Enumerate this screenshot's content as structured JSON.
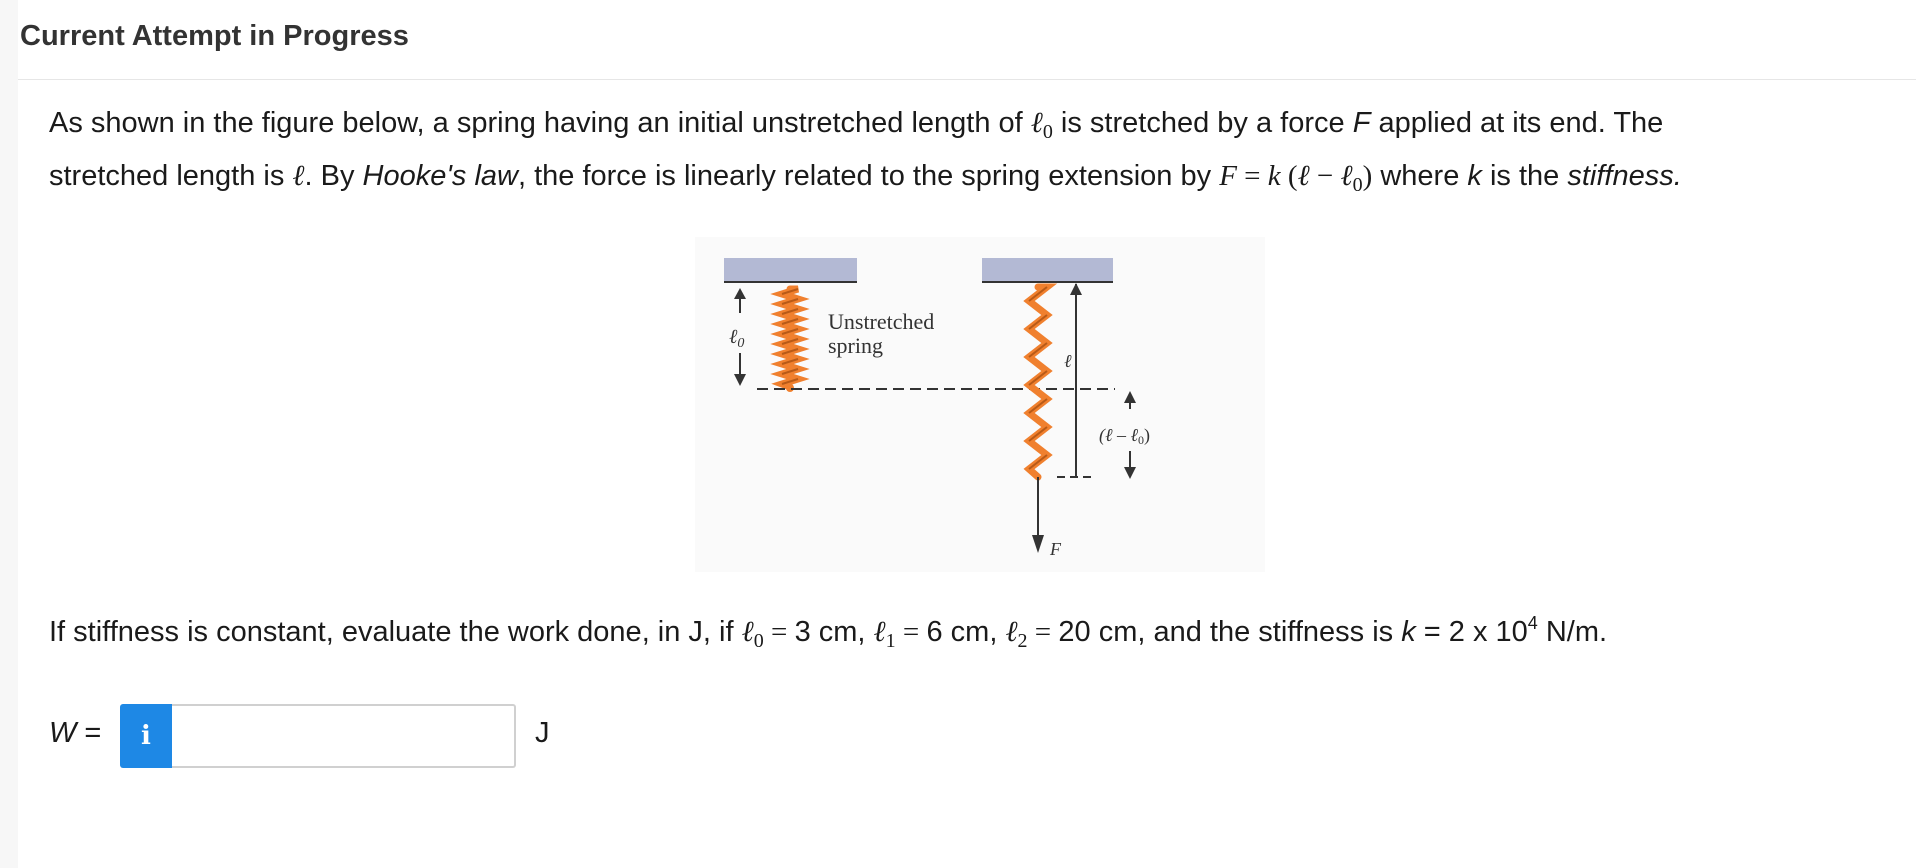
{
  "header": {
    "title": "Current Attempt in Progress"
  },
  "problem": {
    "line1_a": "As shown in the figure below, a spring having an initial unstretched length of ",
    "ell": "ℓ",
    "sub0": "0",
    "line1_b": " is stretched by a force ",
    "F": "F",
    "line1_c": " applied at its end. The",
    "line2_a": "stretched length is ",
    "line2_b": ". By ",
    "hookes_law": "Hooke's law",
    "line2_c": ", the force is linearly related to the spring extension by ",
    "formula_F": "F",
    "formula_eq": " = ",
    "formula_k": "k",
    "formula_open": " (",
    "formula_minus": " − ",
    "formula_close": ")",
    "line2_d": " where ",
    "k": "k",
    "line2_e": " is the ",
    "stiffness": "stiffness."
  },
  "figure": {
    "label_l0": "ℓ",
    "label_l0_sub": "0",
    "label_unstretched": "Unstretched",
    "label_spring": "spring",
    "label_l": "ℓ",
    "label_extension": "(ℓ – ℓ",
    "label_extension_sub": "0",
    "label_extension_close": ")",
    "label_F": "F",
    "colors": {
      "ceiling": "#b3b9d4",
      "spring": "#f0802e",
      "line": "#333333"
    }
  },
  "question": {
    "text_a": "If stiffness is constant, evaluate the work done, in J, if ",
    "ell": "ℓ",
    "sub0": "0",
    "sub1": "1",
    "sub2": "2",
    "eq": " = ",
    "val0": " 3 cm, ",
    "val1": " 6 cm, ",
    "val2": " 20 cm, and the stiffness is ",
    "k": "k",
    "k_val": " = 2 x 10",
    "k_exp": "4",
    "k_unit": " N/m."
  },
  "answer": {
    "label_W": "W",
    "label_eq": " = ",
    "info_icon": "i",
    "input_value": "",
    "input_placeholder": "",
    "unit": "J"
  }
}
